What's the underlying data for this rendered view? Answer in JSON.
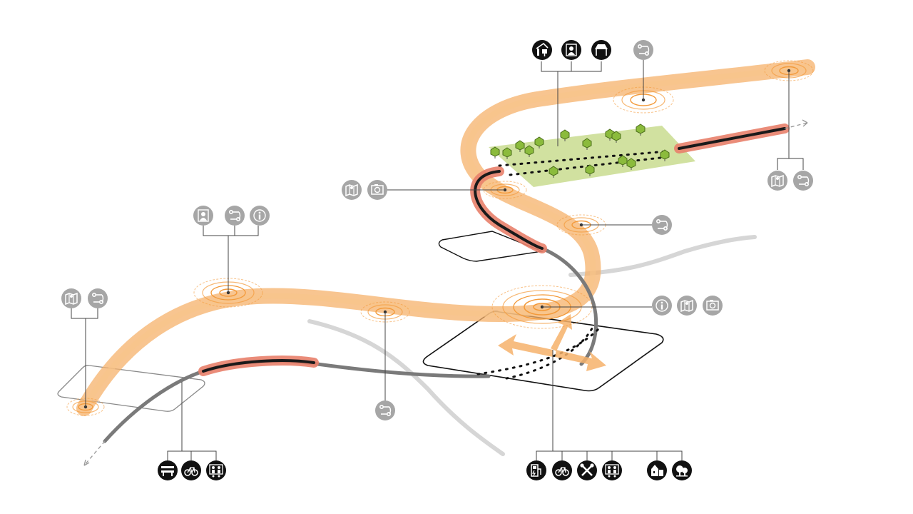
{
  "diagram": {
    "colors": {
      "orange_flow": "#f6b26b",
      "ripple": "#f39a3a",
      "path_highlight": "#e8806a",
      "path_dark": "#1a1a1a",
      "path_grey": "#7a7a7a",
      "road_light": "#d6d6d6",
      "park_green": "#c9dc8f",
      "icon_grey": "#a6a6a6",
      "icon_black": "#111111"
    },
    "icon_groups": [
      {
        "id": "top-amenities",
        "items": [
          {
            "icon": "pavilion-info-icon",
            "style": "black"
          },
          {
            "icon": "portrait-icon",
            "style": "black"
          },
          {
            "icon": "tent-icon",
            "style": "black"
          }
        ]
      },
      {
        "id": "top-route",
        "items": [
          {
            "icon": "route-icon",
            "style": "grey"
          }
        ]
      },
      {
        "id": "right-top",
        "items": [
          {
            "icon": "map-icon",
            "style": "grey"
          },
          {
            "icon": "route-icon",
            "style": "grey"
          }
        ]
      },
      {
        "id": "mid-left",
        "items": [
          {
            "icon": "map-icon",
            "style": "grey"
          },
          {
            "icon": "photo-icon",
            "style": "grey"
          }
        ]
      },
      {
        "id": "mid-right",
        "items": [
          {
            "icon": "route-icon",
            "style": "grey"
          }
        ]
      },
      {
        "id": "left-mid",
        "items": [
          {
            "icon": "portrait-icon",
            "style": "grey"
          },
          {
            "icon": "route-icon",
            "style": "grey"
          },
          {
            "icon": "info-icon",
            "style": "grey"
          }
        ]
      },
      {
        "id": "far-left",
        "items": [
          {
            "icon": "map-icon",
            "style": "grey"
          },
          {
            "icon": "route-icon",
            "style": "grey"
          }
        ]
      },
      {
        "id": "plaza-right",
        "items": [
          {
            "icon": "info-icon",
            "style": "grey"
          },
          {
            "icon": "map-icon",
            "style": "grey"
          },
          {
            "icon": "photo-icon",
            "style": "grey"
          }
        ]
      },
      {
        "id": "center-bottom",
        "items": [
          {
            "icon": "route-icon",
            "style": "grey"
          }
        ]
      },
      {
        "id": "bottom-left",
        "items": [
          {
            "icon": "bench-icon",
            "style": "black"
          },
          {
            "icon": "bicycle-icon",
            "style": "black"
          },
          {
            "icon": "people-icon",
            "style": "black"
          }
        ]
      },
      {
        "id": "bottom-right",
        "items": [
          {
            "icon": "charging-station-icon",
            "style": "black"
          },
          {
            "icon": "bicycle-icon",
            "style": "black"
          },
          {
            "icon": "tools-icon",
            "style": "black"
          },
          {
            "icon": "people-icon",
            "style": "black"
          },
          {
            "icon": "building-icon",
            "style": "black"
          },
          {
            "icon": "tree-icon",
            "style": "black"
          }
        ]
      }
    ]
  }
}
